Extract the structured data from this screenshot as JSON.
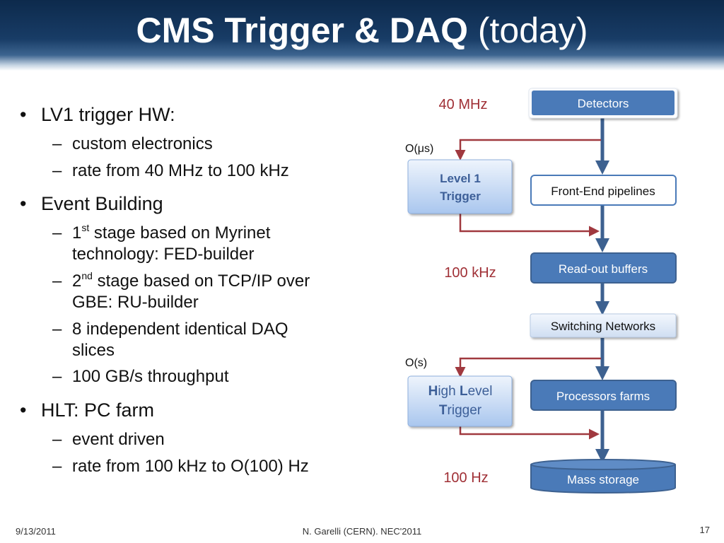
{
  "slide": {
    "title_bold": "CMS Trigger & DAQ",
    "title_rest": " (today)"
  },
  "bullets": {
    "lv1": {
      "label": "LV1 trigger HW:",
      "items": [
        "custom electronics",
        "rate from 40 MHz to 100 kHz"
      ]
    },
    "event_building": {
      "label": "Event Building",
      "item1_sup": "st",
      "item1_num": "1",
      "item1_rest": " stage based on Myrinet",
      "item1_line2": "technology: FED-builder",
      "item2_num": "2",
      "item2_sup": "nd",
      "item2_rest": " stage based on TCP/IP over",
      "item2_line2": "GBE: RU-builder",
      "item3_line1": "8 independent identical DAQ",
      "item3_line2": "slices",
      "item4": "100 GB/s throughput"
    },
    "hlt": {
      "label": "HLT: PC farm",
      "items": [
        "event driven",
        "rate from 100 kHz to O(100) Hz"
      ]
    }
  },
  "diagram": {
    "rates": {
      "r40mhz": "40 MHz",
      "r100khz": "100 kHz",
      "r100hz": "100 Hz"
    },
    "latencies": {
      "lv1": "O(μs)",
      "hlt": "O(s)"
    },
    "boxes": {
      "detectors": "Detectors",
      "frontend": "Front-End pipelines",
      "readout": "Read-out buffers",
      "switching": "Switching Networks",
      "processors": "Processors farms",
      "storage": "Mass storage"
    },
    "level1": {
      "line1": "Level 1",
      "line2": "Trigger"
    },
    "hlt_box": {
      "h": "H",
      "igh": "igh ",
      "l": "L",
      "evel": "evel",
      "t": "T",
      "rigger": "rigger"
    },
    "colors": {
      "main_box": "#4a7ab8",
      "flow_arrow": "#3d6190",
      "trigger_arrow": "#a0393f",
      "rate_text": "#a03036"
    }
  },
  "footer": {
    "date": "9/13/2011",
    "author": "N. Garelli (CERN). NEC'2011",
    "page": "17"
  }
}
